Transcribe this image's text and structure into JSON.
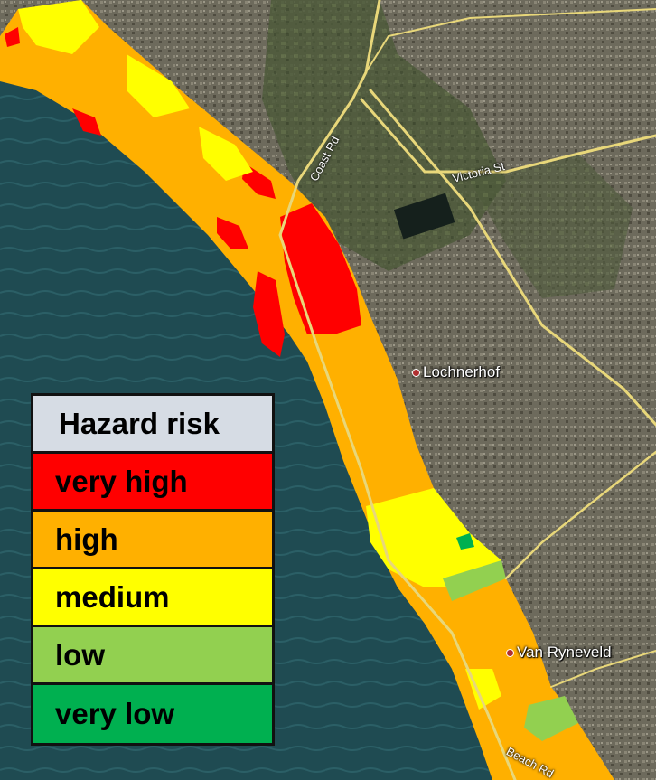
{
  "map": {
    "places": {
      "lochnerhof": "Lochnerhof",
      "van_ryneveld": "Van Ryneveld"
    },
    "roads": {
      "coast_rd": "Coast Rd",
      "victoria_st": "Victoria St",
      "beach_rd": "Beach Rd"
    }
  },
  "legend": {
    "title": "Hazard risk",
    "title_color": "#d6dce4",
    "items": [
      {
        "label": "very high",
        "color": "#ff0000"
      },
      {
        "label": "high",
        "color": "#ffb000"
      },
      {
        "label": "medium",
        "color": "#ffff00"
      },
      {
        "label": "low",
        "color": "#92d050"
      },
      {
        "label": "very low",
        "color": "#00b050"
      }
    ]
  },
  "colors": {
    "sea": "#1f4b52",
    "land": "#5b5a45",
    "road": "#e8d77a"
  }
}
